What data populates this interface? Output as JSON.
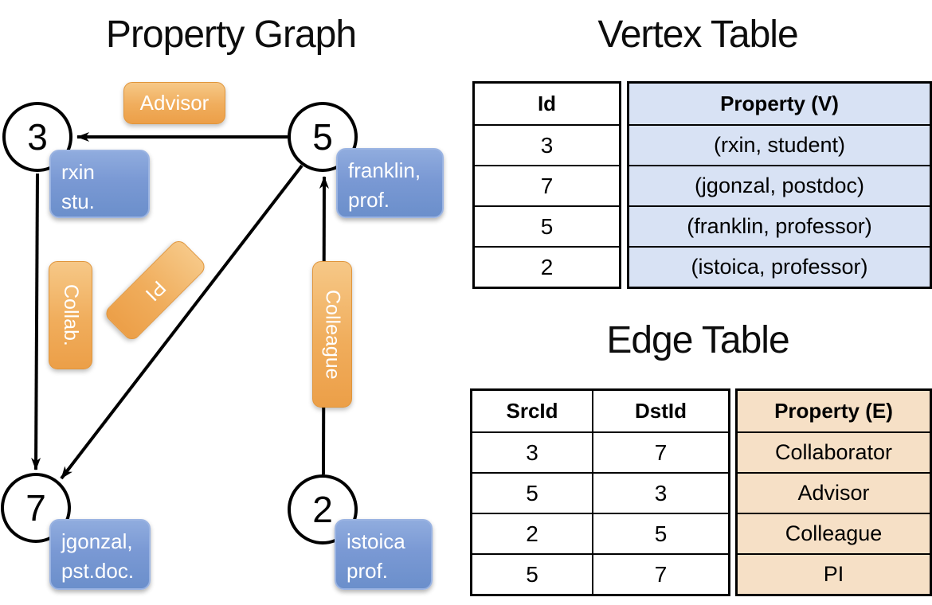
{
  "diagram": {
    "title": "Property Graph",
    "nodes": [
      {
        "id": "3",
        "label_lines": [
          "rxin",
          "stu."
        ]
      },
      {
        "id": "5",
        "label_lines": [
          "franklin,",
          "prof."
        ]
      },
      {
        "id": "7",
        "label_lines": [
          "jgonzal,",
          "pst.doc."
        ]
      },
      {
        "id": "2",
        "label_lines": [
          "istoica",
          "prof."
        ]
      }
    ],
    "edge_labels": {
      "advisor": "Advisor",
      "collab": "Collab.",
      "pi": "PI",
      "colleague": "Colleague"
    }
  },
  "vertex_table": {
    "title": "Vertex Table",
    "columns": [
      "Id",
      "Property (V)"
    ],
    "rows": [
      [
        "3",
        "(rxin, student)"
      ],
      [
        "7",
        "(jgonzal, postdoc)"
      ],
      [
        "5",
        "(franklin, professor)"
      ],
      [
        "2",
        "(istoica, professor)"
      ]
    ]
  },
  "edge_table": {
    "title": "Edge Table",
    "columns": [
      "SrcId",
      "DstId",
      "Property (E)"
    ],
    "rows": [
      [
        "3",
        "7",
        "Collaborator"
      ],
      [
        "5",
        "3",
        "Advisor"
      ],
      [
        "2",
        "5",
        "Colleague"
      ],
      [
        "5",
        "7",
        "PI"
      ]
    ]
  },
  "colors": {
    "vertex_box_top": "#90ACDE",
    "vertex_box_bottom": "#6B8FCB",
    "edge_box_top": "#F6C887",
    "edge_box_bottom": "#EC9F48",
    "vertex_table_cell_bg": "#D8E2F4",
    "edge_table_cell_bg": "#F6E0C6",
    "line_color": "#000000"
  }
}
